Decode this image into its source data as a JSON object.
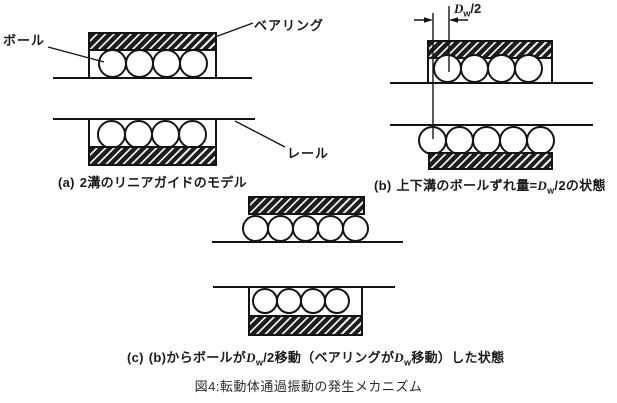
{
  "figure": {
    "caption": "図4:転動体通過振動の発生メカニズム"
  },
  "labels": {
    "ball": "ボール",
    "bearing": "ベアリング",
    "rail": "レール"
  },
  "dimension": {
    "d": "D",
    "sub": "w",
    "suffix": "/2"
  },
  "panels": {
    "a": {
      "caption_prefix": "(a)",
      "caption_text": "2溝のリニアガイドのモデル",
      "top_balls": 4,
      "bottom_balls": 4
    },
    "b": {
      "caption_prefix": "(b)",
      "caption_text_1": "上下溝のボールずれ量=",
      "caption_d": "D",
      "caption_sub": "w",
      "caption_text_2": "/2の状態",
      "top_balls": 4,
      "bottom_balls": 5
    },
    "c": {
      "caption_prefix": "(c)",
      "caption_text_1": "(b)からボールが",
      "caption_d1": "D",
      "caption_sub1": "w",
      "caption_text_2": "/2移動（ベアリングが",
      "caption_d2": "D",
      "caption_sub2": "w",
      "caption_text_3": "移動）した状態",
      "top_balls": 5,
      "bottom_balls": 4
    }
  },
  "colors": {
    "ink": "#141414",
    "background": "#ffffff"
  }
}
